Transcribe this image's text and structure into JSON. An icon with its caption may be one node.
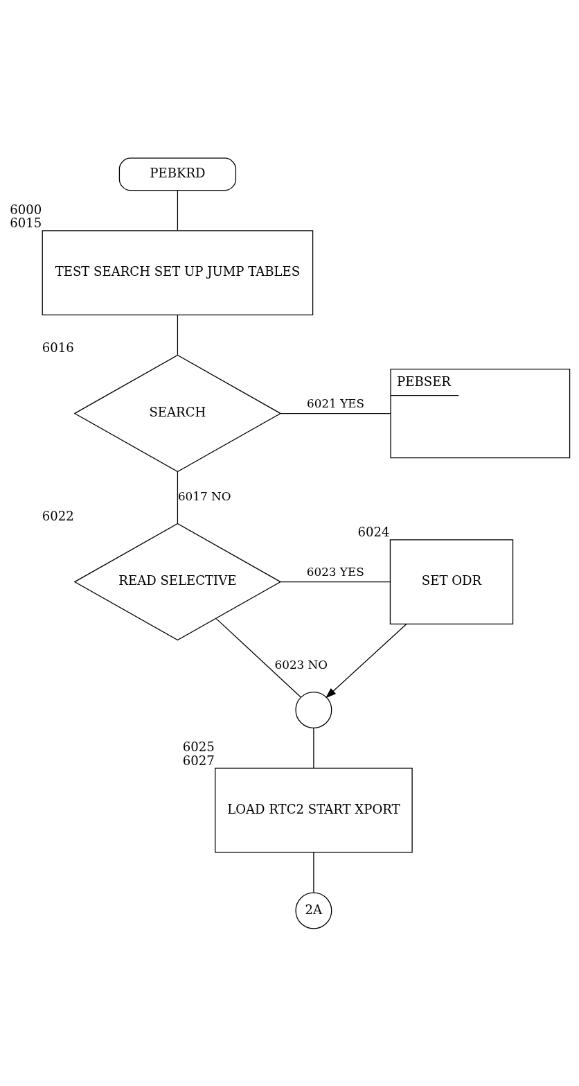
{
  "diagram": {
    "nodes": [
      {
        "text": [
          "PEBKRD"
        ]
      },
      {
        "text": [
          "TEST SEARCH SET UP JUMP TABLES"
        ],
        "beside": [
          "6000",
          "6015"
        ]
      },
      {
        "text": [
          "SEARCH"
        ],
        "beside": [
          "6016"
        ]
      },
      {
        "text": [
          "PEBSER"
        ]
      },
      {
        "text": [
          "READ SELECTIVE"
        ],
        "beside": [
          "6022"
        ]
      },
      {
        "text": [
          "SET ODR"
        ],
        "beside": [
          "6024"
        ]
      },
      {
        "text": [],
        "shape": "circle"
      },
      {
        "text": [
          "LOAD RTC2 START XPORT"
        ],
        "beside": [
          "6025",
          "6027"
        ]
      },
      {
        "text": [
          "2A"
        ]
      }
    ],
    "edges": [
      {
        "from": 0,
        "to": 1,
        "arrow": "none"
      },
      {
        "from": 1,
        "to": 2,
        "arrow": "none"
      },
      {
        "from": 2,
        "to": 3,
        "arrow": "none",
        "label": "6021 YES"
      },
      {
        "from": 2,
        "to": 4,
        "arrow": "none",
        "label": "6017 NO"
      },
      {
        "from": 4,
        "to": 5,
        "arrow": "none",
        "label": "6023 YES"
      },
      {
        "from": 4,
        "to": 6,
        "arrow": "none",
        "label": "6023 NO"
      },
      {
        "from": 5,
        "to": 6,
        "arrow": "to"
      },
      {
        "from": 6,
        "to": 7,
        "arrow": "none"
      },
      {
        "from": 7,
        "to": 8,
        "arrow": "none"
      }
    ]
  }
}
